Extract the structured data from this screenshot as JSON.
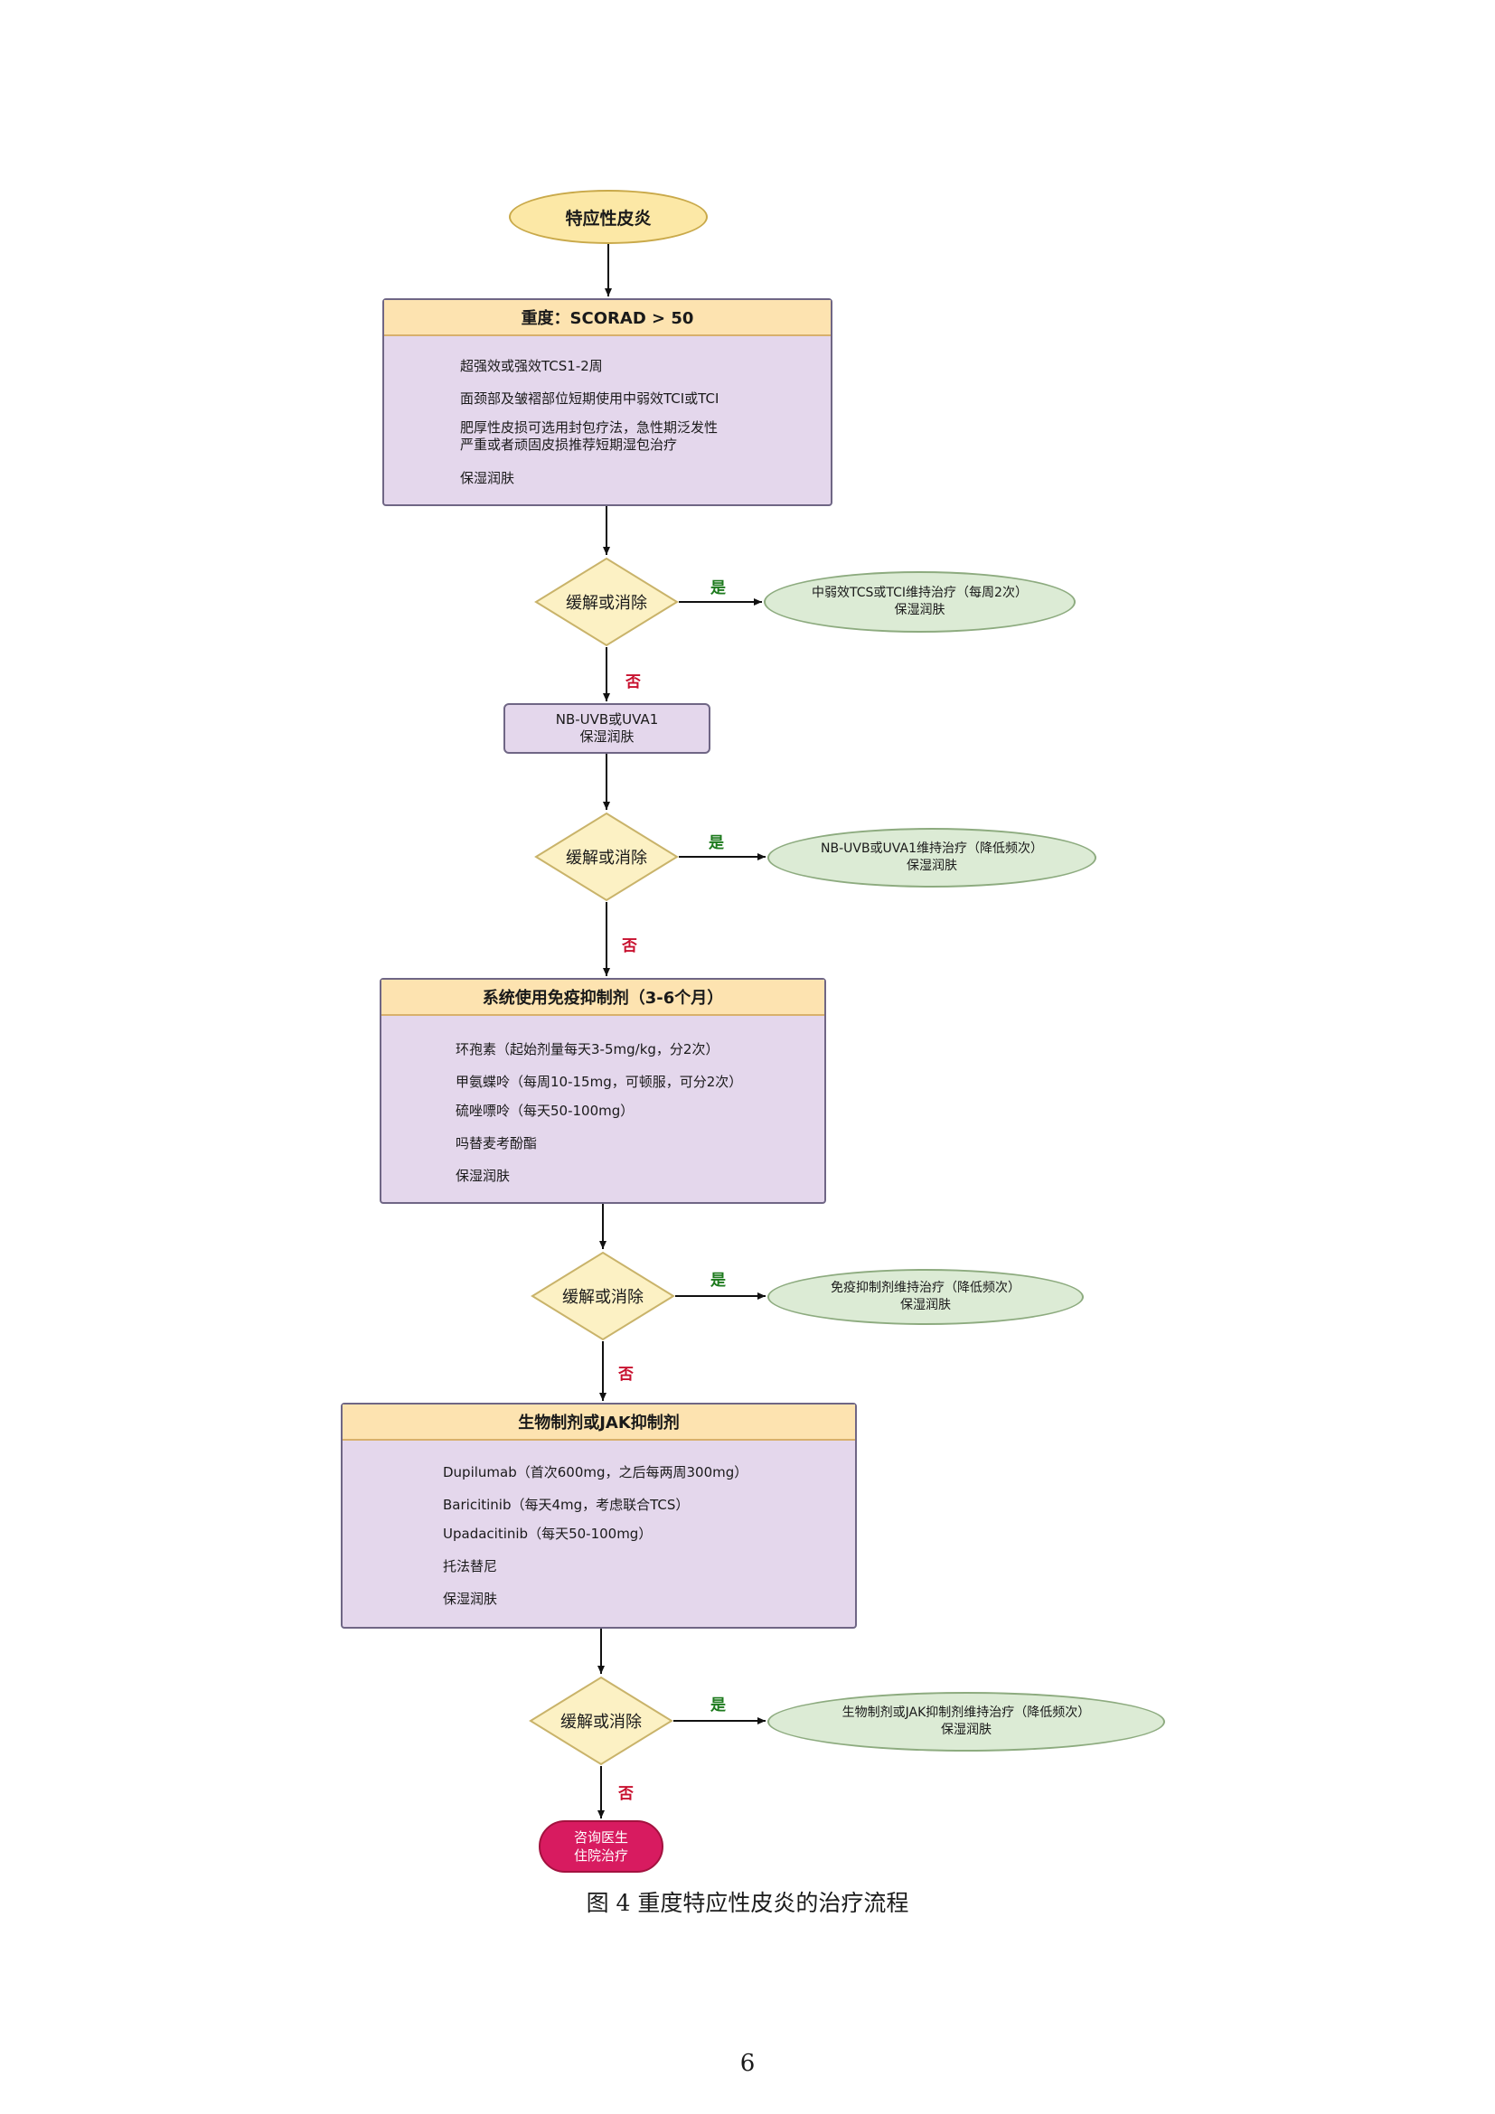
{
  "start": "特应性皮炎",
  "step1": {
    "title": "重度：SCORAD > 50",
    "items": [
      "超强效或强效TCS1-2周",
      "面颈部及皱褶部位短期使用中弱效TCI或TCI",
      "肥厚性皮损可选用封包疗法，急性期泛发性",
      "严重或者顽固皮损推荐短期湿包治疗",
      "保湿润肤"
    ]
  },
  "decision": "缓解或消除",
  "yes": "是",
  "no": "否",
  "leaf1": [
    "中弱效TCS或TCI维持治疗（每周2次）",
    "保湿润肤"
  ],
  "step2": [
    "NB-UVB或UVA1",
    "保湿润肤"
  ],
  "leaf2": [
    "NB-UVB或UVA1维持治疗（降低频次）",
    "保湿润肤"
  ],
  "step3": {
    "title": "系统使用免疫抑制剂（3-6个月）",
    "items": [
      "环孢素（起始剂量每天3-5mg/kg，分2次）",
      "甲氨蝶呤（每周10-15mg，可顿服，可分2次）",
      "硫唑嘌呤（每天50-100mg）",
      "吗替麦考酚酯",
      "保湿润肤"
    ]
  },
  "leaf3": [
    "免疫抑制剂维持治疗（降低频次）",
    "保湿润肤"
  ],
  "step4": {
    "title": "生物制剂或JAK抑制剂",
    "items": [
      "Dupilumab（首次600mg，之后每两周300mg）",
      "Baricitinib（每天4mg，考虑联合TCS）",
      "Upadacitinib（每天50-100mg）",
      "托法替尼",
      "保湿润肤"
    ]
  },
  "leaf4": [
    "生物制剂或JAK抑制剂维持治疗（降低频次）",
    "保湿润肤"
  ],
  "end": [
    "咨询医生",
    "住院治疗"
  ],
  "caption": "图 4  重度特应性皮炎的治疗流程",
  "page_number": "6"
}
